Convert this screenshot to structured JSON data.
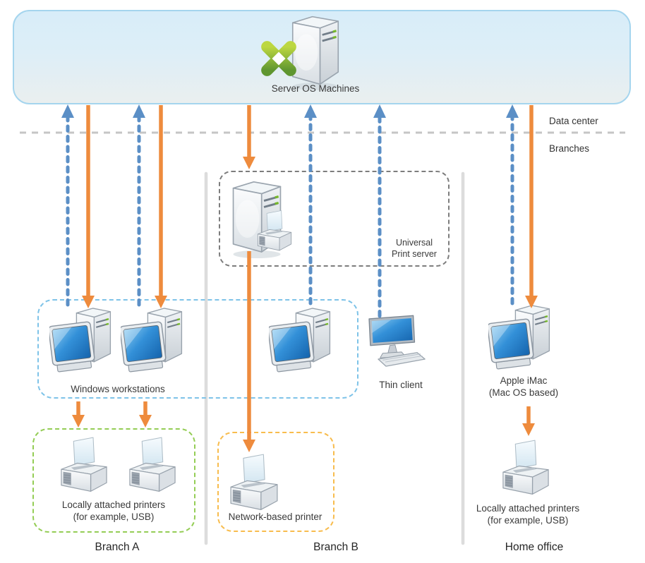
{
  "banner": {
    "label": "Server OS Machines",
    "icons": [
      "server-tower-icon",
      "citrix-logo-icon"
    ]
  },
  "zones": {
    "top_right_label": "Data center",
    "bottom_right_label": "Branches"
  },
  "print_server": {
    "label_line1": "Universal",
    "label_line2": "Print server",
    "icons": [
      "server-tower-icon",
      "printer-icon"
    ]
  },
  "branch_a": {
    "footer_label": "Branch A",
    "workstations_label": "Windows workstations",
    "printers_label_line1": "Locally attached printers",
    "printers_label_line2": "(for example, USB)",
    "icons": [
      "workstation-icon",
      "workstation-icon",
      "printer-icon",
      "printer-icon"
    ]
  },
  "branch_b": {
    "footer_label": "Branch B",
    "thin_client_label": "Thin client",
    "printer_label": "Network-based printer",
    "icons": [
      "workstation-icon",
      "thin-client-icon",
      "printer-icon"
    ]
  },
  "home_office": {
    "footer_label": "Home office",
    "computer_label_line1": "Apple iMac",
    "computer_label_line2": "(Mac OS based)",
    "printers_label_line1": "Locally attached printers",
    "printers_label_line2": "(for example, USB)",
    "icons": [
      "workstation-icon",
      "printer-icon"
    ]
  },
  "colors": {
    "orange_arrow": "#EE8B3D",
    "blue_arrow": "#5B8FC6",
    "banner_border": "#A5D5EE",
    "banner_fill_top": "#D8EDF9",
    "banner_fill_bottom": "#EAEFEF",
    "workstations_box_border": "#7EC3E8",
    "local_printers_box_border": "#94CD55",
    "network_printer_box_border": "#F8BC4D",
    "print_server_box_border": "#7D7D7D",
    "separator_gray": "#C5C5C5",
    "divider_gray": "#DCDCDC",
    "citrix_green": "#8DC63F"
  }
}
